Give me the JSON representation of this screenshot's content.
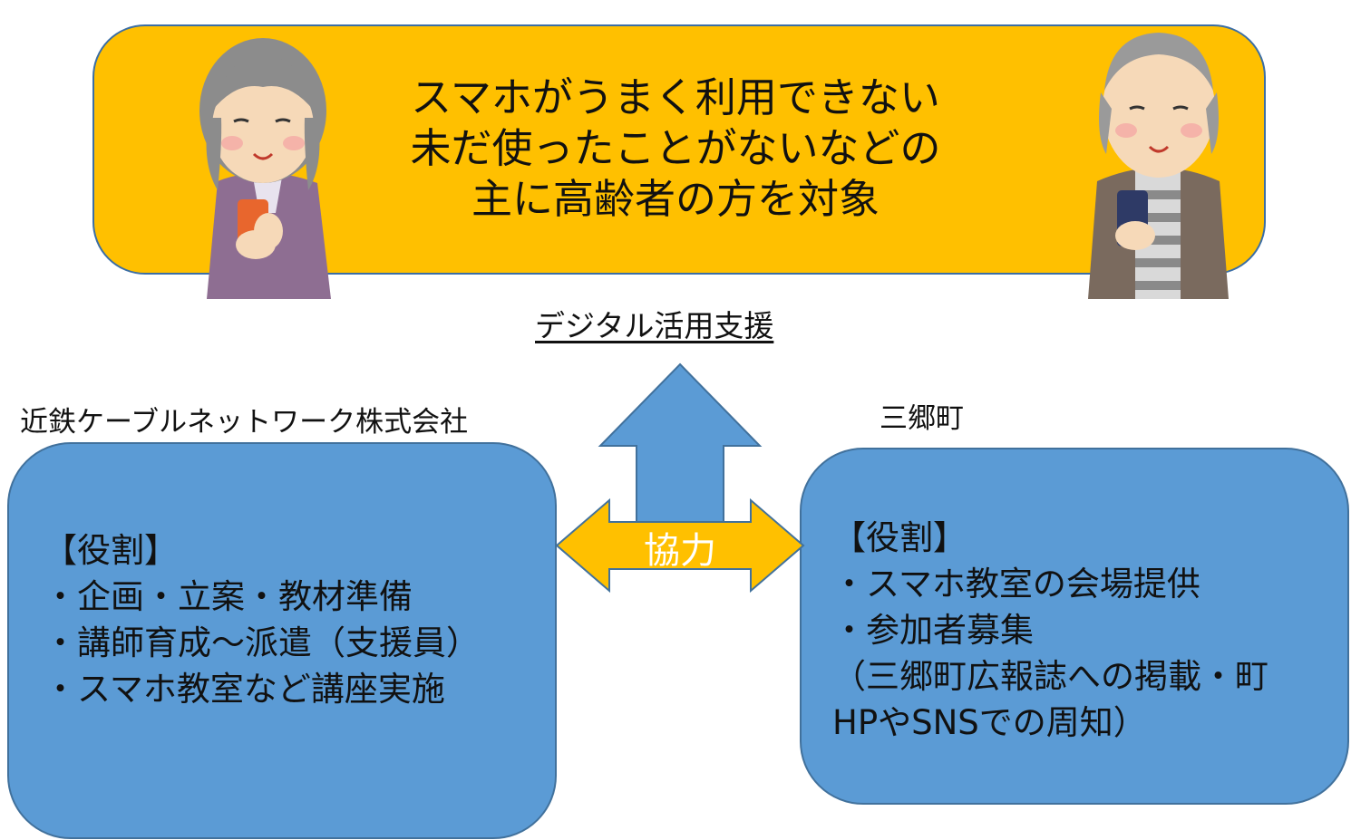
{
  "target": {
    "lines": [
      "スマホがうまく利用できない",
      "未だ使ったことがないなどの",
      "主に高齢者の方を対象"
    ]
  },
  "support_label": "デジタル活用支援",
  "cooperation_label": "協力",
  "left_org": {
    "name": "近鉄ケーブルネットワーク株式会社",
    "lines": [
      "【役割】",
      "・企画・立案・教材準備",
      "・講師育成～派遣（支援員）",
      "・スマホ教室など講座実施"
    ]
  },
  "right_org": {
    "name": "三郷町",
    "lines": [
      "【役割】",
      "・スマホ教室の会場提供",
      "・参加者募集",
      "（三郷町広報誌への掲載・町",
      "HPやSNSでの周知）"
    ]
  },
  "colors": {
    "target_fill": "#FFC000",
    "role_fill": "#5B9BD5",
    "arrow_up_fill": "#5B9BD5",
    "arrow_side_fill": "#FFC000"
  },
  "icons": [
    "elderly-woman-smartphone-icon",
    "elderly-man-smartphone-icon"
  ]
}
